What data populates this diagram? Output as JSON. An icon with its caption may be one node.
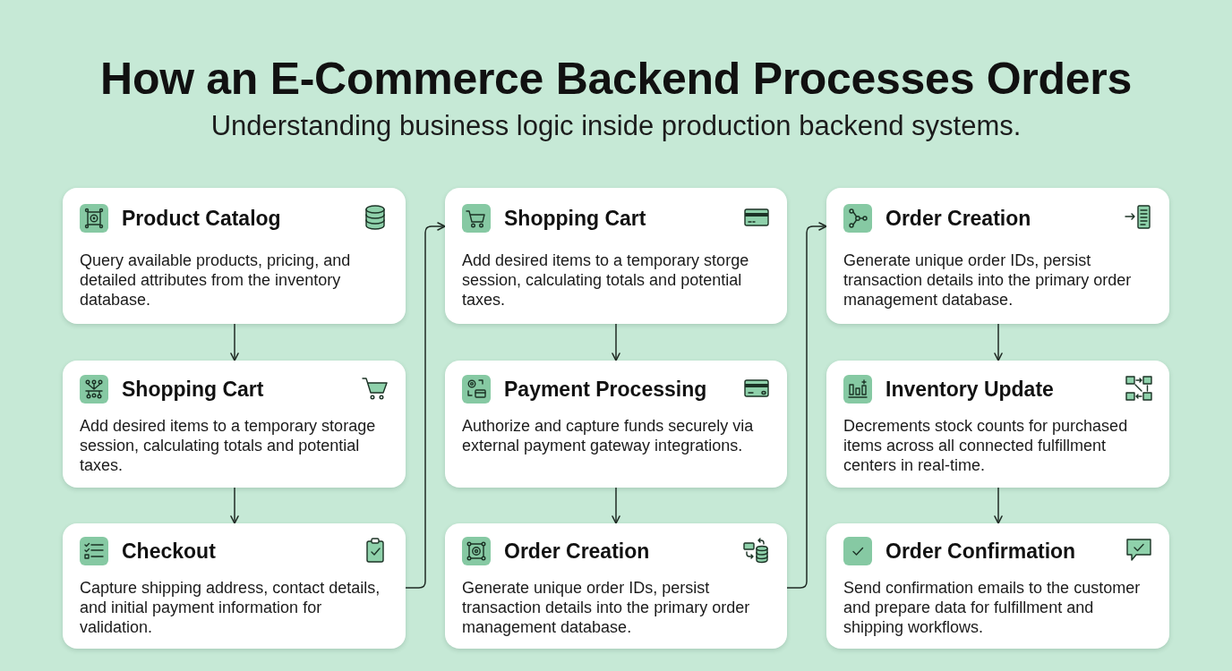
{
  "diagram": {
    "title": "How an E-Commerce Backend Processes Orders",
    "labels": [
      "Understanding business logic inside production backend systems."
    ],
    "nodes": [
      {
        "text": [
          "Product Catalog",
          "Query available products, pricing, and detailed attributes from the inventory database."
        ]
      },
      {
        "text": [
          "Shopping Cart",
          "Add desired items to a temporary storage session, calculating totals and potential taxes."
        ]
      },
      {
        "text": [
          "Checkout",
          "Capture shipping address, contact details, and initial payment information for validation."
        ]
      },
      {
        "text": [
          "Shopping Cart",
          "Add desired items to a temporary storge session, calculating totals and potential taxes."
        ]
      },
      {
        "text": [
          "Payment Processing",
          "Authorize and capture funds securely via external payment gateway integrations."
        ]
      },
      {
        "text": [
          "Order Creation",
          "Generate unique order IDs, persist transaction details into the primary order management database."
        ]
      },
      {
        "text": [
          "Order Creation",
          "Generate unique order IDs, persist transaction details into the primary order management database."
        ]
      },
      {
        "text": [
          "Inventory Update",
          "Decrements stock counts for purchased items across all connected fulfillment centers in real-time."
        ]
      },
      {
        "text": [
          "Order Confirmation",
          "Send confirmation emails to the customer and prepare data for fulfillment and shipping workflows."
        ]
      }
    ],
    "edges": [
      {
        "from": 0,
        "to": 1,
        "arrow": "to"
      },
      {
        "from": 1,
        "to": 2,
        "arrow": "to"
      },
      {
        "from": 2,
        "to": 3,
        "arrow": "to"
      },
      {
        "from": 3,
        "to": 4,
        "arrow": "to"
      },
      {
        "from": 4,
        "to": 5,
        "arrow": "to"
      },
      {
        "from": 5,
        "to": 6,
        "arrow": "to"
      },
      {
        "from": 6,
        "to": 7,
        "arrow": "to"
      },
      {
        "from": 7,
        "to": 8,
        "arrow": "to"
      }
    ]
  }
}
